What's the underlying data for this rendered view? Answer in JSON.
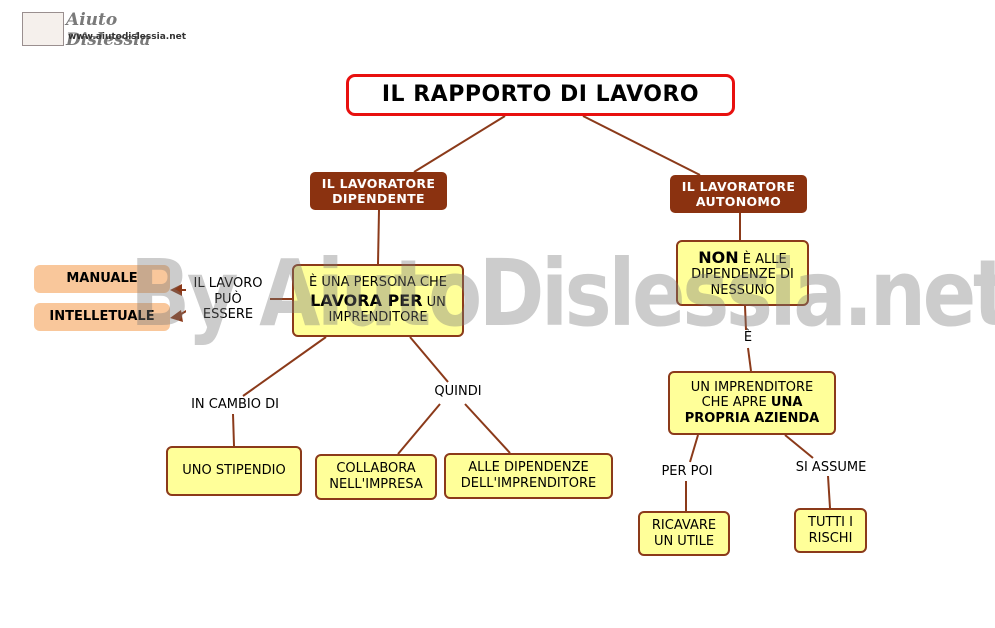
{
  "logo": {
    "name": "Aiuto Dislessia",
    "url": "www.aiutodislessia.net"
  },
  "watermark": "By AiutoDislessia.net",
  "colors": {
    "title_border": "#e8100f",
    "brown_box": "#8b3210",
    "yellow_box": "#ffff99",
    "peach_box": "#f9c79b",
    "link_line": "#8b3a1a"
  },
  "nodes": {
    "title": "IL RAPPORTO DI LAVORO",
    "dipendente": {
      "line1": "IL LAVORATORE",
      "line2": "DIPENDENTE"
    },
    "autonomo": {
      "line1": "IL LAVORATORE",
      "line2": "AUTONOMO"
    },
    "persona": {
      "line1": "È UNA PERSONA CHE",
      "bold": "LAVORA PER",
      "rest": " UN",
      "line3": "IMPRENDITORE"
    },
    "non_dipendenze": {
      "bold": "NON",
      "rest": " È ALLE",
      "line2": "DIPENDENZE DI",
      "line3": "NESSUNO"
    },
    "manuale": "MANUALE",
    "intelletuale": "INTELLETUALE",
    "stipendio": "UNO STIPENDIO",
    "collabora": {
      "line1": "COLLABORA",
      "line2": "NELL'IMPRESA"
    },
    "alle_dipendenze": {
      "line1": "ALLE DIPENDENZE",
      "line2": "DELL'IMPRENDITORE"
    },
    "imprenditore": {
      "line1": "UN IMPRENDITORE",
      "line2_plain": "CHE APRE ",
      "line2_bold": "UNA",
      "line3": "PROPRIA AZIENDA"
    },
    "ricavare": {
      "line1": "RICAVARE",
      "line2": "UN UTILE"
    },
    "rischi": {
      "line1": "TUTTI I",
      "line2": "RISCHI"
    }
  },
  "labels": {
    "il_lavoro": {
      "line1": "IL LAVORO",
      "line2": "PUÒ",
      "line3": "ESSERE"
    },
    "in_cambio": "IN CAMBIO DI",
    "quindi": "QUINDI",
    "e": "È",
    "per_poi": "PER POI",
    "si_assume": "SI ASSUME"
  }
}
